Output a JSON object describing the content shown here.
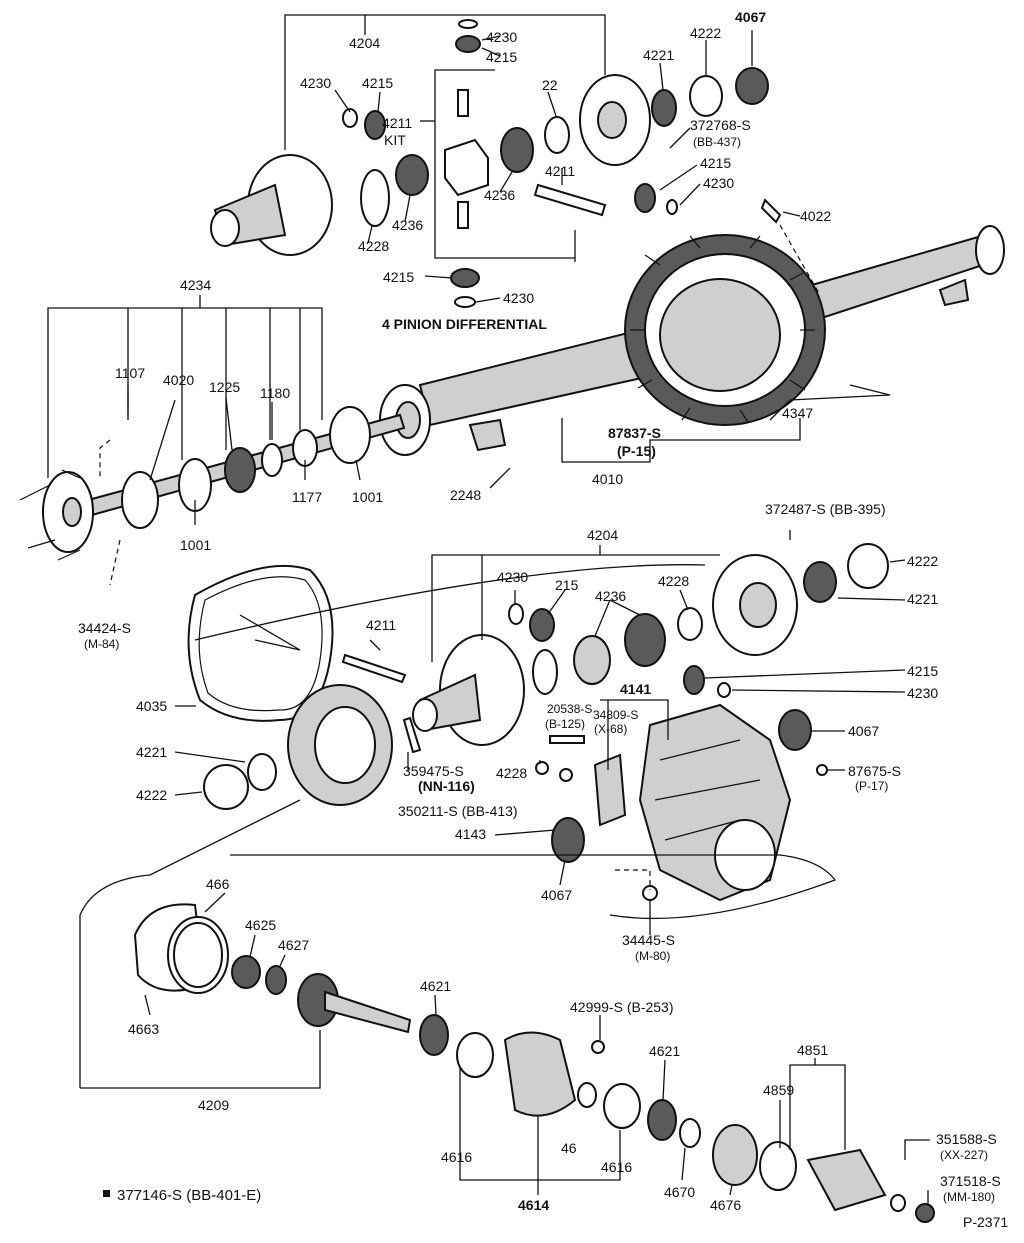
{
  "diagram": {
    "callouts": {
      "l4204_top": "4204",
      "l4230_a": "4230",
      "l4215_a": "4215",
      "l4230_b": "4230",
      "l4215_b": "4215",
      "l4211_kit": "4211",
      "l_kit": "KIT",
      "l22": "22",
      "l4221_top": "4221",
      "l4222_top": "4222",
      "l4067_top": "4067",
      "l372768": "372768-S",
      "l_bb437": "(BB-437)",
      "l4215_c": "4215",
      "l4230_c": "4230",
      "l4211_shaft": "4211",
      "l4236_a": "4236",
      "l4236_b": "4236",
      "l4228_a": "4228",
      "l4022": "4022",
      "l4215_d": "4215",
      "l4230_d": "4230",
      "l_4pinion": "4 PINION DIFFERENTIAL",
      "l4234": "4234",
      "l1107": "1107",
      "l4020": "4020",
      "l1225": "1225",
      "l1180": "1180",
      "l1177": "1177",
      "l1001_a": "1001",
      "l1001_b": "1001",
      "l2248": "2248",
      "l87837": "87837-S",
      "l_p15": "(P-15)",
      "l4347": "4347",
      "l4010": "4010",
      "l34424": "34424-S",
      "l_m84": "(M-84)",
      "l372487": "372487-S (BB-395)",
      "l4204_mid": "4204",
      "l4222_mid": "4222",
      "l4221_mid": "4221",
      "l4230_e": "4230",
      "l215": "215",
      "l4236_c": "4236",
      "l4228_b": "4228",
      "l4211_mid": "4211",
      "l4215_e": "4215",
      "l4230_f": "4230",
      "l4141": "4141",
      "l20538": "20538-S",
      "l_b125": "(B-125)",
      "l34809": "34809-S",
      "l_x68": "(X-68)",
      "l4035": "4035",
      "l4067_mid": "4067",
      "l87675": "87675-S",
      "l_p17": "(P-17)",
      "l4221_low": "4221",
      "l359475": "359475-S",
      "l_nn116": "(NN-116)",
      "l4228_c": "4228",
      "l4222_low": "4222",
      "l350211": "350211-S (BB-413)",
      "l4143": "4143",
      "l4067_low": "4067",
      "l34445": "34445-S",
      "l_m80": "(M-80)",
      "l466": "466",
      "l4625": "4625",
      "l4627": "4627",
      "l4663": "4663",
      "l4621_a": "4621",
      "l42999": "42999-S (B-253)",
      "l4621_b": "4621",
      "l4851": "4851",
      "l4859": "4859",
      "l351588": "351588-S",
      "l_xx227": "(XX-227)",
      "l371518": "371518-S",
      "l_mm180": "(MM-180)",
      "l4209": "4209",
      "l4616_a": "4616",
      "l46": "46",
      "l4616_b": "4616",
      "l4670": "4670",
      "l4676": "4676",
      "l4614": "4614",
      "l_note": "377146-S (BB-401-E)",
      "l_fig": "P-2371"
    }
  }
}
